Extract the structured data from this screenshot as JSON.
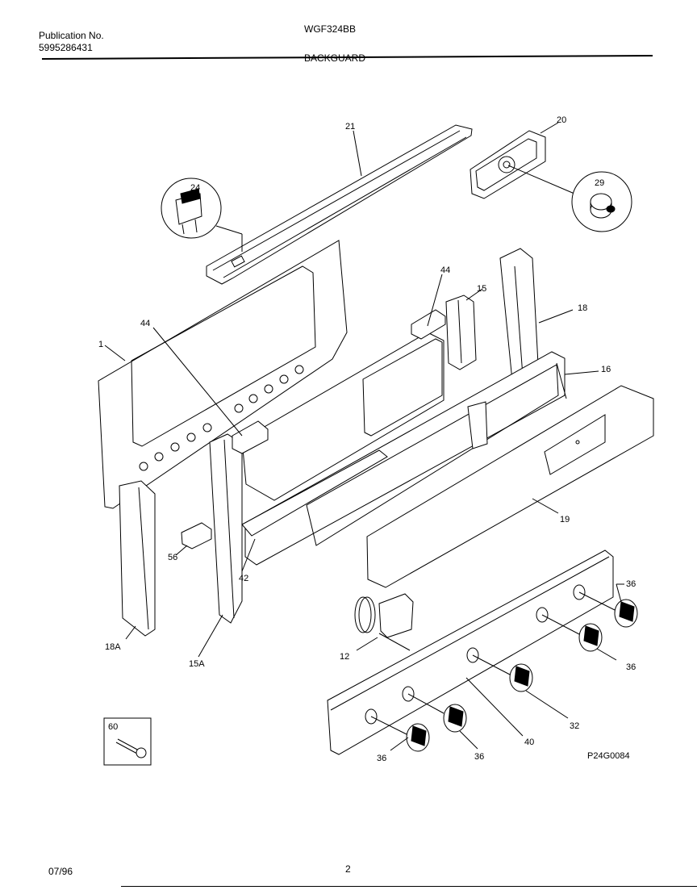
{
  "header": {
    "publication_label": "Publication No.",
    "publication_number": "5995286431",
    "model": "WGF324BB",
    "section": "BACKGUARD"
  },
  "footer": {
    "date": "07/96",
    "page": "2"
  },
  "drawing_code": "P24G0084",
  "callouts": {
    "c1": "1",
    "c12": "12",
    "c15": "15",
    "c15a": "15A",
    "c16": "16",
    "c18": "18",
    "c18a": "18A",
    "c19": "19",
    "c20": "20",
    "c21": "21",
    "c24": "24",
    "c29": "29",
    "c32": "32",
    "c36a": "36",
    "c36b": "36",
    "c36c": "36",
    "c36d": "36",
    "c40": "40",
    "c42": "42",
    "c44a": "44",
    "c44b": "44",
    "c56": "56",
    "c60": "60"
  }
}
